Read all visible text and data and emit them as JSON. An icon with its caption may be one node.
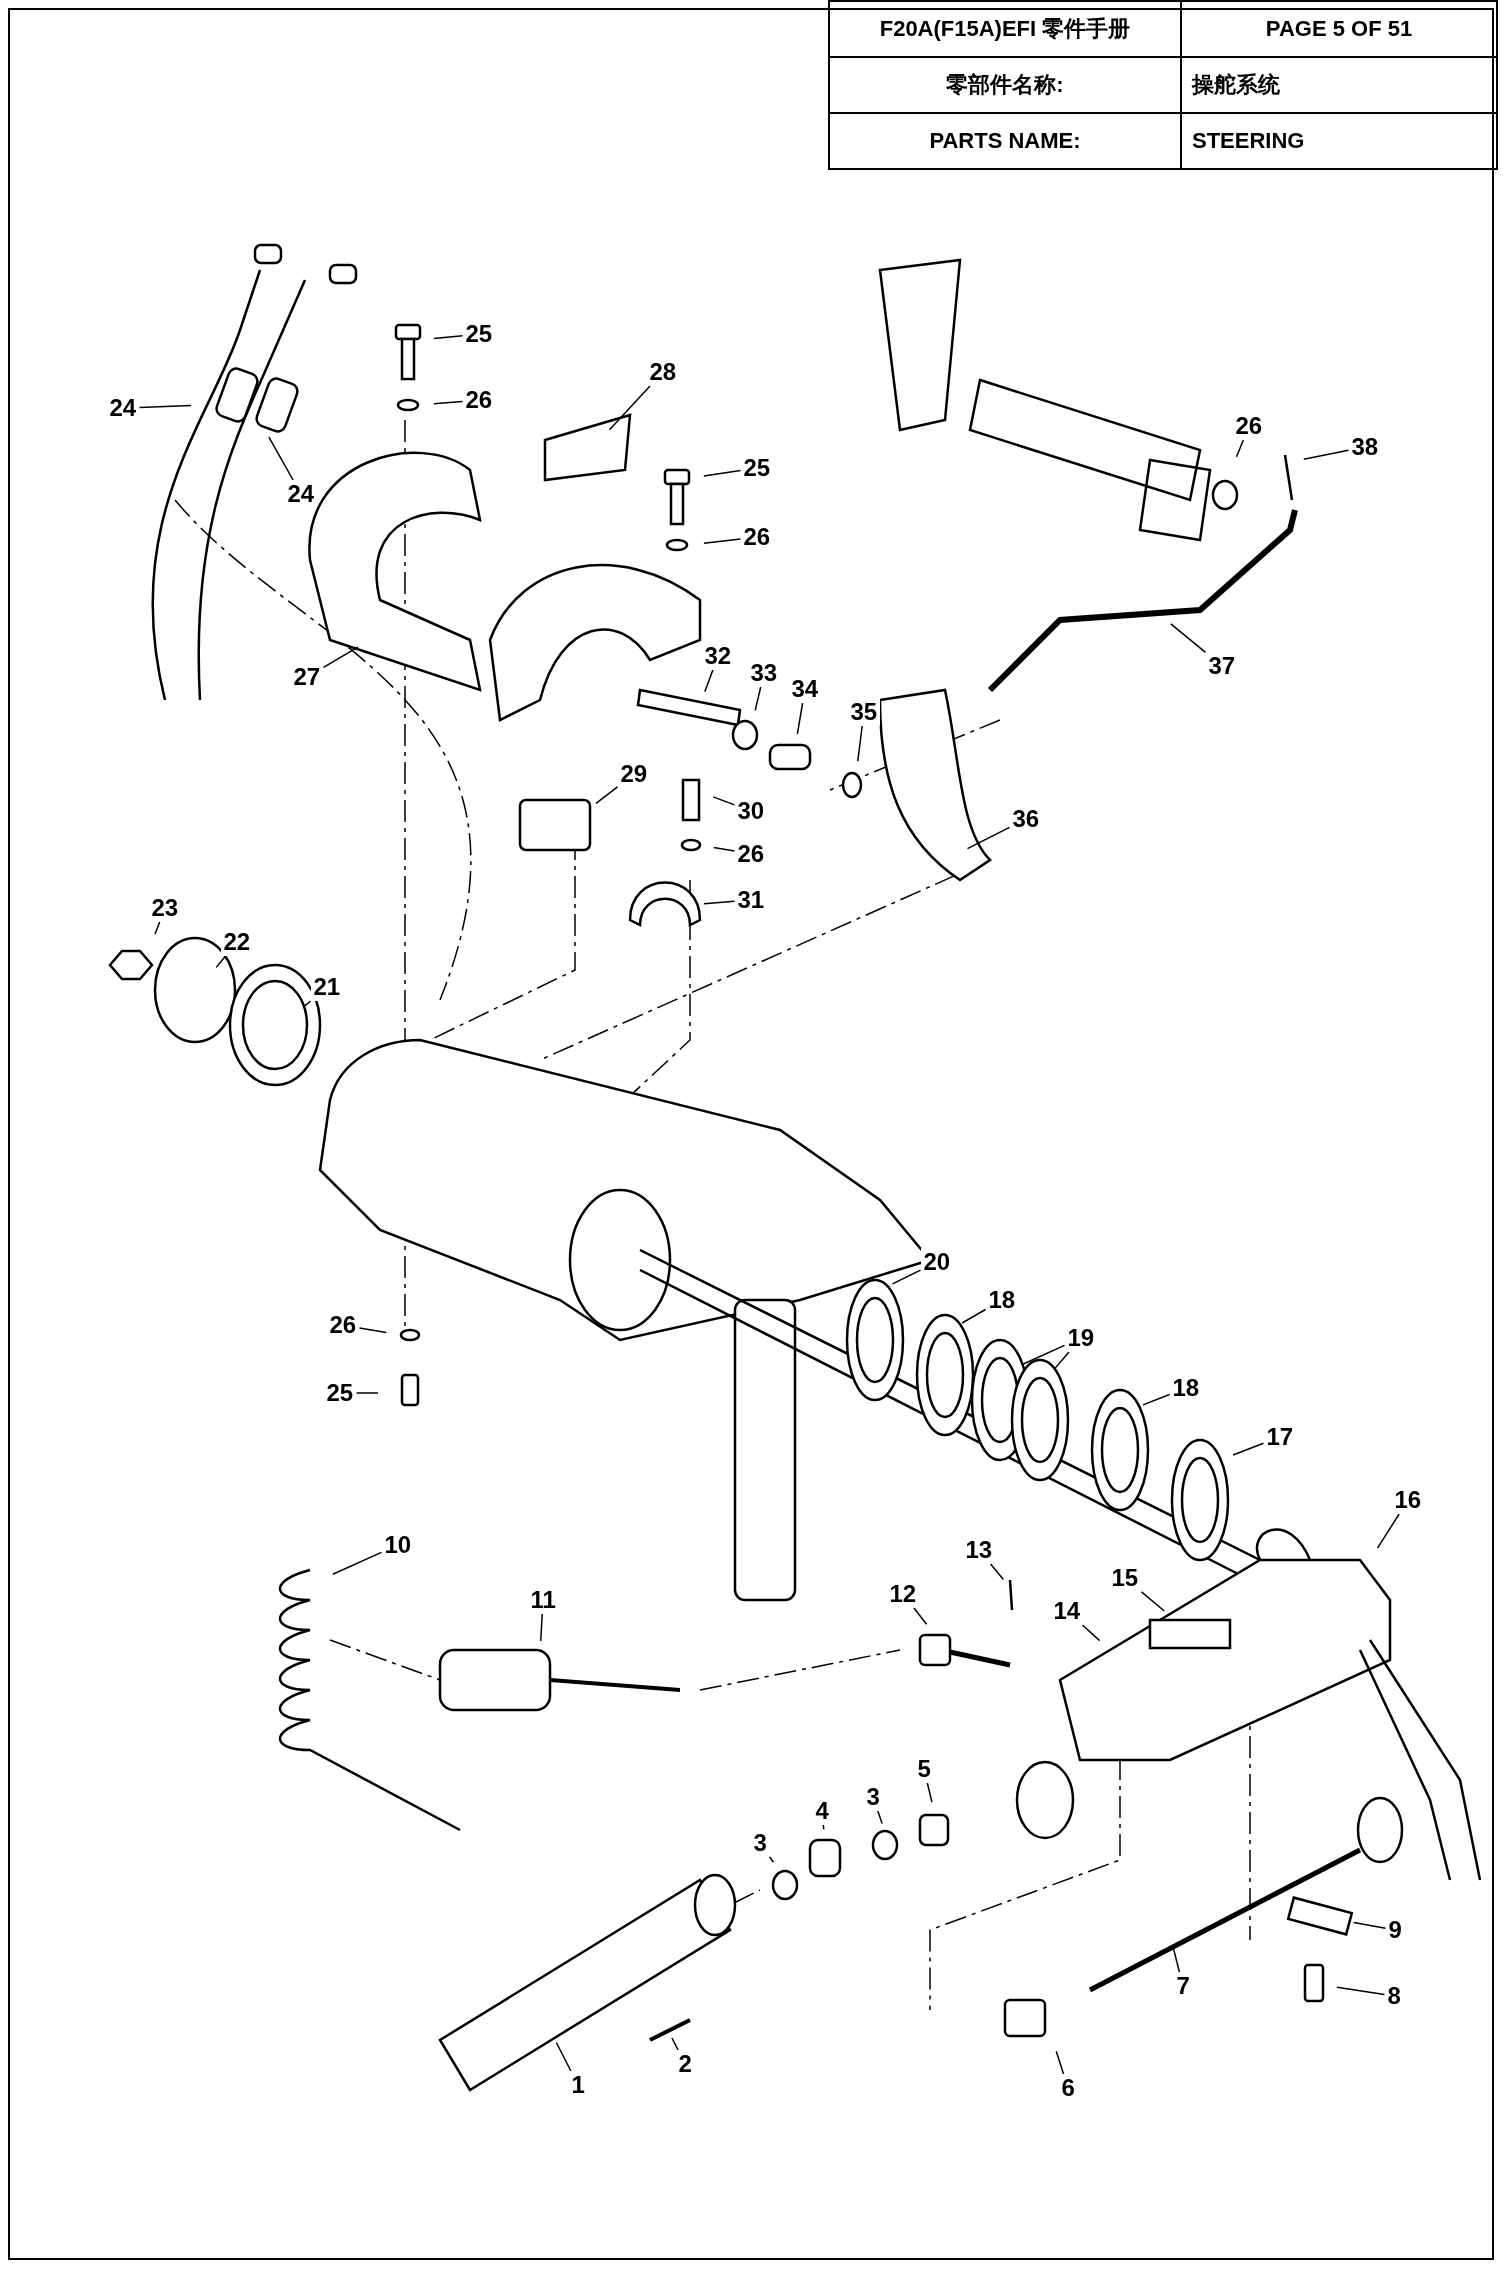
{
  "diagram": {
    "nodes": [
      {
        "text": [
          "25"
        ]
      },
      {
        "text": [
          "26"
        ]
      },
      {
        "text": [
          "28"
        ]
      },
      {
        "text": [
          "24"
        ]
      },
      {
        "text": [
          "24"
        ]
      },
      {
        "text": [
          "25"
        ]
      },
      {
        "text": [
          "26"
        ]
      },
      {
        "text": [
          "26"
        ]
      },
      {
        "text": [
          "38"
        ]
      },
      {
        "text": [
          "27"
        ]
      },
      {
        "text": [
          "37"
        ]
      },
      {
        "text": [
          "32"
        ]
      },
      {
        "text": [
          "33"
        ]
      },
      {
        "text": [
          "34"
        ]
      },
      {
        "text": [
          "35"
        ]
      },
      {
        "text": [
          "29"
        ]
      },
      {
        "text": [
          "30"
        ]
      },
      {
        "text": [
          "26"
        ]
      },
      {
        "text": [
          "36"
        ]
      },
      {
        "text": [
          "31"
        ]
      },
      {
        "text": [
          "23"
        ]
      },
      {
        "text": [
          "22"
        ]
      },
      {
        "text": [
          "21"
        ]
      },
      {
        "text": [
          "20"
        ]
      },
      {
        "text": [
          "18"
        ]
      },
      {
        "text": [
          "19"
        ]
      },
      {
        "text": [
          "26"
        ]
      },
      {
        "text": [
          "25"
        ]
      },
      {
        "text": [
          "18"
        ]
      },
      {
        "text": [
          "17"
        ]
      },
      {
        "text": [
          "16"
        ]
      },
      {
        "text": [
          "10"
        ]
      },
      {
        "text": [
          "11"
        ]
      },
      {
        "text": [
          "13"
        ]
      },
      {
        "text": [
          "15"
        ]
      },
      {
        "text": [
          "12"
        ]
      },
      {
        "text": [
          "14"
        ]
      },
      {
        "text": [
          "5"
        ]
      },
      {
        "text": [
          "3"
        ]
      },
      {
        "text": [
          "4"
        ]
      },
      {
        "text": [
          "3"
        ]
      },
      {
        "text": [
          "9"
        ]
      },
      {
        "text": [
          "7"
        ]
      },
      {
        "text": [
          "8"
        ]
      },
      {
        "text": [
          "6"
        ]
      },
      {
        "text": [
          "1"
        ]
      },
      {
        "text": [
          "2"
        ]
      }
    ],
    "edges": [
      {
        "from": 0,
        "to": null,
        "arrow": "none"
      },
      {
        "from": 1,
        "to": null,
        "arrow": "none"
      },
      {
        "from": 2,
        "to": null,
        "arrow": "none"
      },
      {
        "from": 3,
        "to": null,
        "arrow": "none"
      },
      {
        "from": 4,
        "to": null,
        "arrow": "none"
      },
      {
        "from": 5,
        "to": null,
        "arrow": "none"
      },
      {
        "from": 6,
        "to": null,
        "arrow": "none"
      },
      {
        "from": 7,
        "to": null,
        "arrow": "none"
      },
      {
        "from": 8,
        "to": null,
        "arrow": "none"
      },
      {
        "from": 9,
        "to": null,
        "arrow": "none"
      },
      {
        "from": 10,
        "to": null,
        "arrow": "none"
      },
      {
        "from": 11,
        "to": null,
        "arrow": "none"
      },
      {
        "from": 12,
        "to": null,
        "arrow": "none"
      },
      {
        "from": 13,
        "to": null,
        "arrow": "none"
      },
      {
        "from": 14,
        "to": null,
        "arrow": "none"
      },
      {
        "from": 15,
        "to": null,
        "arrow": "none"
      },
      {
        "from": 16,
        "to": null,
        "arrow": "none"
      },
      {
        "from": 17,
        "to": null,
        "arrow": "none"
      },
      {
        "from": 18,
        "to": null,
        "arrow": "none"
      },
      {
        "from": 19,
        "to": null,
        "arrow": "none"
      },
      {
        "from": 20,
        "to": null,
        "arrow": "none"
      },
      {
        "from": 21,
        "to": null,
        "arrow": "none"
      },
      {
        "from": 22,
        "to": null,
        "arrow": "none"
      },
      {
        "from": 23,
        "to": null,
        "arrow": "none"
      },
      {
        "from": 24,
        "to": null,
        "arrow": "none"
      },
      {
        "from": 25,
        "to": null,
        "arrow": "none"
      },
      {
        "from": 25,
        "to": null,
        "arrow": "none"
      },
      {
        "from": 26,
        "to": null,
        "arrow": "none"
      },
      {
        "from": 27,
        "to": null,
        "arrow": "none"
      },
      {
        "from": 28,
        "to": null,
        "arrow": "none"
      },
      {
        "from": 29,
        "to": null,
        "arrow": "none"
      },
      {
        "from": 30,
        "to": null,
        "arrow": "none"
      },
      {
        "from": 31,
        "to": null,
        "arrow": "none"
      },
      {
        "from": 32,
        "to": null,
        "arrow": "none"
      },
      {
        "from": 33,
        "to": null,
        "arrow": "none"
      },
      {
        "from": 34,
        "to": null,
        "arrow": "none"
      },
      {
        "from": 35,
        "to": null,
        "arrow": "none"
      },
      {
        "from": 36,
        "to": null,
        "arrow": "none"
      },
      {
        "from": 37,
        "to": null,
        "arrow": "none"
      },
      {
        "from": 38,
        "to": null,
        "arrow": "none"
      },
      {
        "from": 39,
        "to": null,
        "arrow": "none"
      },
      {
        "from": 40,
        "to": null,
        "arrow": "none"
      },
      {
        "from": 41,
        "to": null,
        "arrow": "none"
      },
      {
        "from": 42,
        "to": null,
        "arrow": "none"
      },
      {
        "from": 43,
        "to": null,
        "arrow": "none"
      },
      {
        "from": 44,
        "to": null,
        "arrow": "none"
      },
      {
        "from": 45,
        "to": null,
        "arrow": "none"
      },
      {
        "from": 46,
        "to": null,
        "arrow": "none"
      }
    ],
    "labels": [
      "F20A(F15A)EFI 零件手册",
      "PAGE 5 OF 51",
      "零部件名称:",
      "操舵系统",
      "PARTS NAME:",
      "STEERING"
    ]
  }
}
